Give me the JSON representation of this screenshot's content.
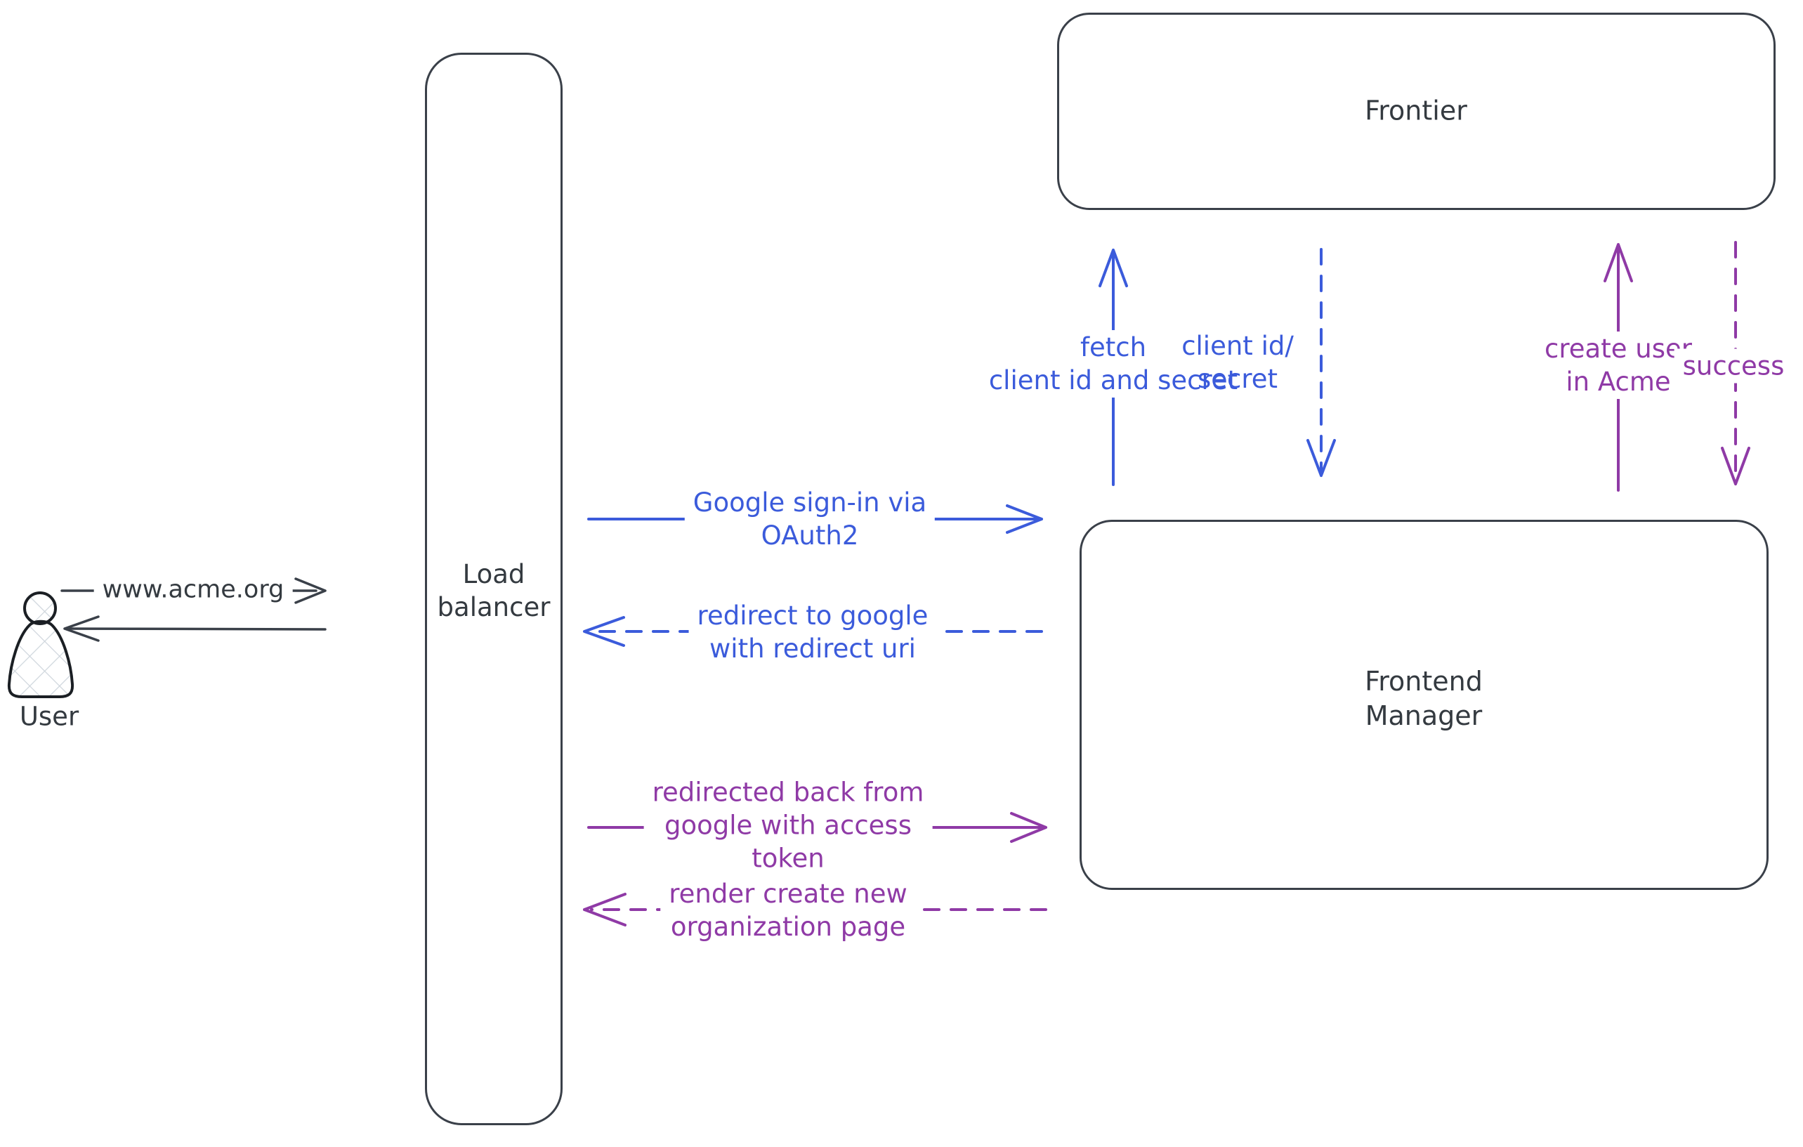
{
  "colors": {
    "accent_blue": "#3b5bdb",
    "accent_purple": "#8f3aa6",
    "stroke_dark": "#343a40",
    "background": "#ffffff"
  },
  "nodes": {
    "user": {
      "label": "User"
    },
    "load_balancer": {
      "line1": "Load",
      "line2": "balancer"
    },
    "frontier": {
      "label": "Frontier"
    },
    "frontend_manager": {
      "line1": "Frontend",
      "line2": "Manager"
    }
  },
  "edges": {
    "www_acme": {
      "label": "www.acme.org",
      "style": "solid",
      "direction": "right",
      "from": "User",
      "to": "Load balancer"
    },
    "acme_response": {
      "style": "solid",
      "direction": "left",
      "from": "Load balancer",
      "to": "User"
    },
    "google_signin": {
      "line1": "Google sign-in via",
      "line2": "OAuth2",
      "style": "solid",
      "direction": "right",
      "from": "Load balancer",
      "to": "Frontend Manager"
    },
    "redirect_google": {
      "line1": "redirect to google",
      "line2": "with redirect uri",
      "style": "dashed",
      "direction": "left",
      "from": "Frontend Manager",
      "to": "Load balancer"
    },
    "fetch_client": {
      "line1": "fetch",
      "line2": "client id and secret",
      "style": "solid",
      "direction": "up",
      "from": "Frontend Manager",
      "to": "Frontier"
    },
    "client_id_secret": {
      "line1": "client id/",
      "line2": "secret",
      "style": "dashed",
      "direction": "down",
      "from": "Frontier",
      "to": "Frontend Manager"
    },
    "create_user": {
      "line1": "create user",
      "line2": "in Acme",
      "style": "solid",
      "direction": "up",
      "from": "Frontend Manager",
      "to": "Frontier"
    },
    "success": {
      "label": "success",
      "style": "dashed",
      "direction": "down",
      "from": "Frontier",
      "to": "Frontend Manager"
    },
    "redirected_back": {
      "line1": "redirected back from",
      "line2": "google with access",
      "line3": "token",
      "style": "solid",
      "direction": "right",
      "from": "Load balancer",
      "to": "Frontend Manager"
    },
    "render_org_page": {
      "line1": "render create new",
      "line2": "organization page",
      "style": "dashed",
      "direction": "left",
      "from": "Frontend Manager",
      "to": "Load balancer"
    }
  }
}
